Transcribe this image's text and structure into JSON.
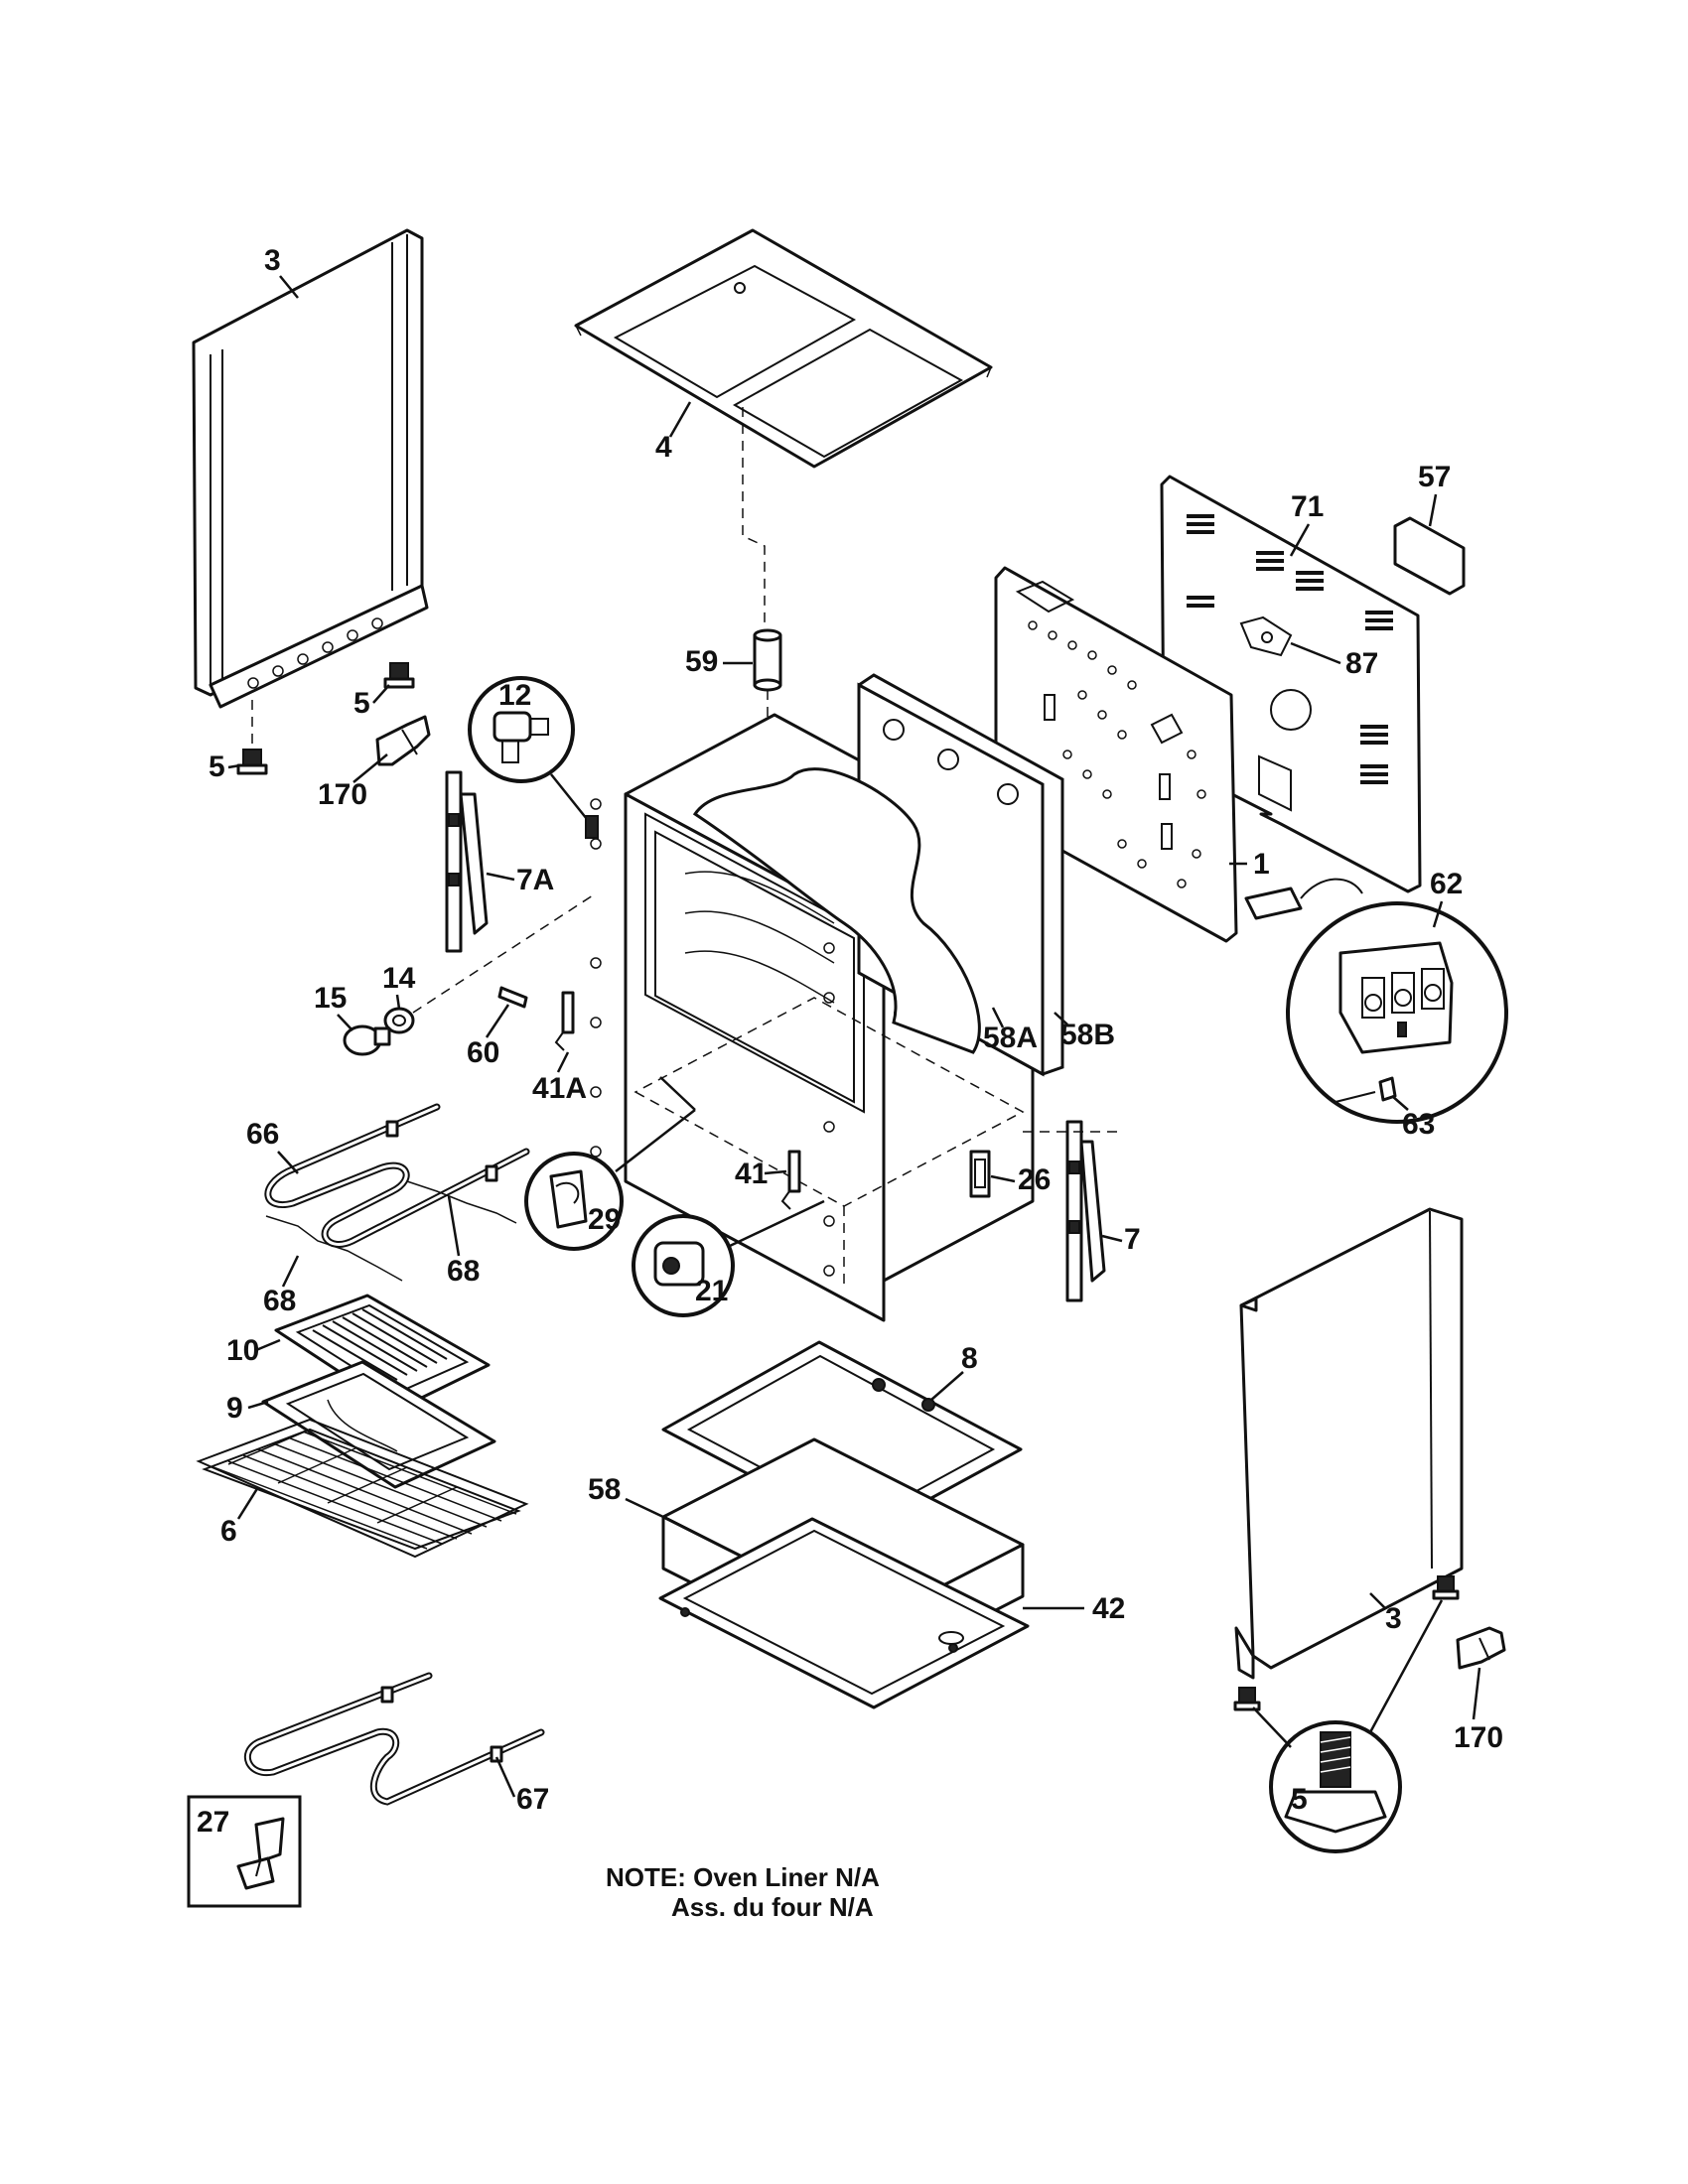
{
  "labels": {
    "side_panel_left": "3",
    "top_panel": "4",
    "back_panel_outer": "71",
    "model_plate": "57",
    "grommet": "87",
    "vent_tube": "59",
    "back_panel_inner": "1",
    "terminal_block": "62",
    "terminal_screw": "63",
    "leveler_left_top": "5",
    "leveler_left_bottom": "5",
    "bracket_left": "170",
    "thermostat_bulb": "12",
    "hinge_left": "7A",
    "lamp_socket": "14",
    "lamp_bulb": "15",
    "bracket_60": "60",
    "latch_41a": "41A",
    "insulation_58a": "58A",
    "insulation_58b": "58B",
    "bake_element": "66",
    "element_support_left": "68",
    "element_support_right": "68",
    "clip_29": "29",
    "latch_41": "41",
    "receptacle_26": "26",
    "hinge_right": "7",
    "clip_21": "21",
    "broil_pan_insert": "10",
    "broil_pan": "9",
    "oven_rack": "6",
    "drawer_liner": "8",
    "drawer_insulation": "58",
    "drawer_bottom": "42",
    "side_panel_right": "3",
    "bracket_right": "170",
    "leveler_detail": "5",
    "broil_element": "67",
    "clip_27": "27"
  },
  "note": {
    "line1": "NOTE: Oven Liner N/A",
    "line2": "Ass. du four N/A"
  }
}
